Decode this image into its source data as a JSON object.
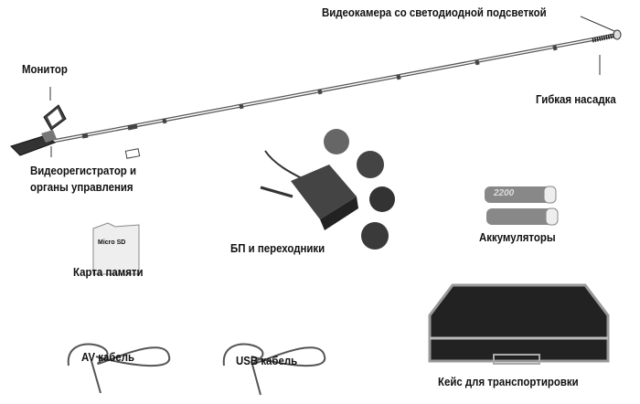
{
  "labels": {
    "camera": "Видеокамера со светодиодной подсветкой",
    "flex_tip": "Гибкая насадка",
    "monitor": "Монитор",
    "recorder_line1": "Видеорегистратор и",
    "recorder_line2": "органы управления",
    "power_supply": "БП и переходники",
    "batteries": "Аккумуляторы",
    "memory_card": "Карта памяти",
    "av_cable": "AV кабель",
    "usb_cable": "USB кабель",
    "case": "Кейс для транспортировки"
  },
  "product_marks": {
    "sd_card": "Micro SD",
    "battery_capacity": "2200"
  }
}
